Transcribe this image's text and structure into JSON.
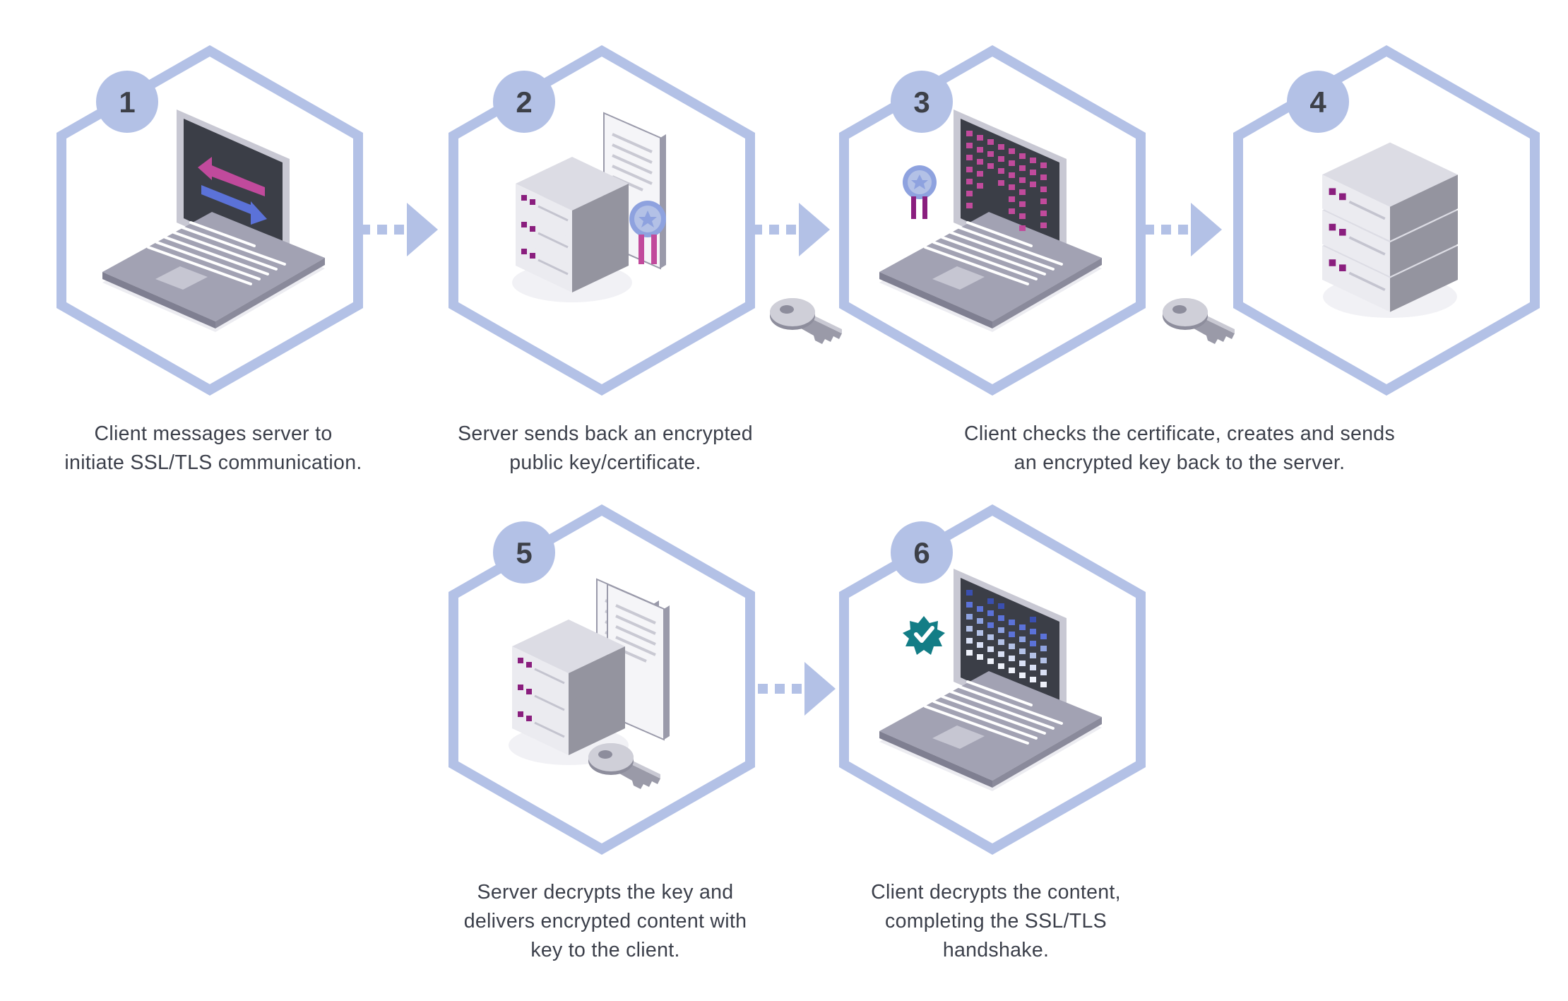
{
  "steps": [
    {
      "number": "1",
      "caption_lines": [
        "Client messages server to",
        "initiate SSL/TLS communication."
      ],
      "illustration": "laptop-with-exchange-arrows-icon"
    },
    {
      "number": "2",
      "caption_lines": [
        "Server sends back an encrypted",
        "public key/certificate."
      ],
      "illustration": "server-with-certificate-icon"
    },
    {
      "number": "3",
      "caption_lines": [],
      "illustration": "laptop-encrypted-screen-with-badge-icon"
    },
    {
      "number": "4",
      "caption_lines": [],
      "illustration": "server-stack-icon"
    },
    {
      "number": "5",
      "caption_lines": [
        "Server decrypts the key and",
        "delivers encrypted content with",
        "key to the client."
      ],
      "illustration": "server-with-documents-and-key-icon"
    },
    {
      "number": "6",
      "caption_lines": [
        "Client decrypts the content,",
        "completing the SSL/TLS",
        "handshake."
      ],
      "illustration": "laptop-with-verified-badge-icon"
    }
  ],
  "shared_caption_steps_3_4": [
    "Client checks the certificate, creates and sends",
    "an encrypted key back to the server."
  ],
  "colors": {
    "hexagon": "#b3c1e6",
    "number_circle": "#b3c1e6",
    "number_text": "#3d4048",
    "caption_text": "#3b3f4a",
    "laptop_body": "#9a9aab",
    "screen": "#3b3e47",
    "server_light": "#e6e6ec",
    "server_dark": "#8d8d9e",
    "accent_pink": "#c14a9c",
    "accent_blue": "#5b72d8",
    "accent_purple": "#8a1e7e",
    "teal_badge": "#137d86"
  }
}
